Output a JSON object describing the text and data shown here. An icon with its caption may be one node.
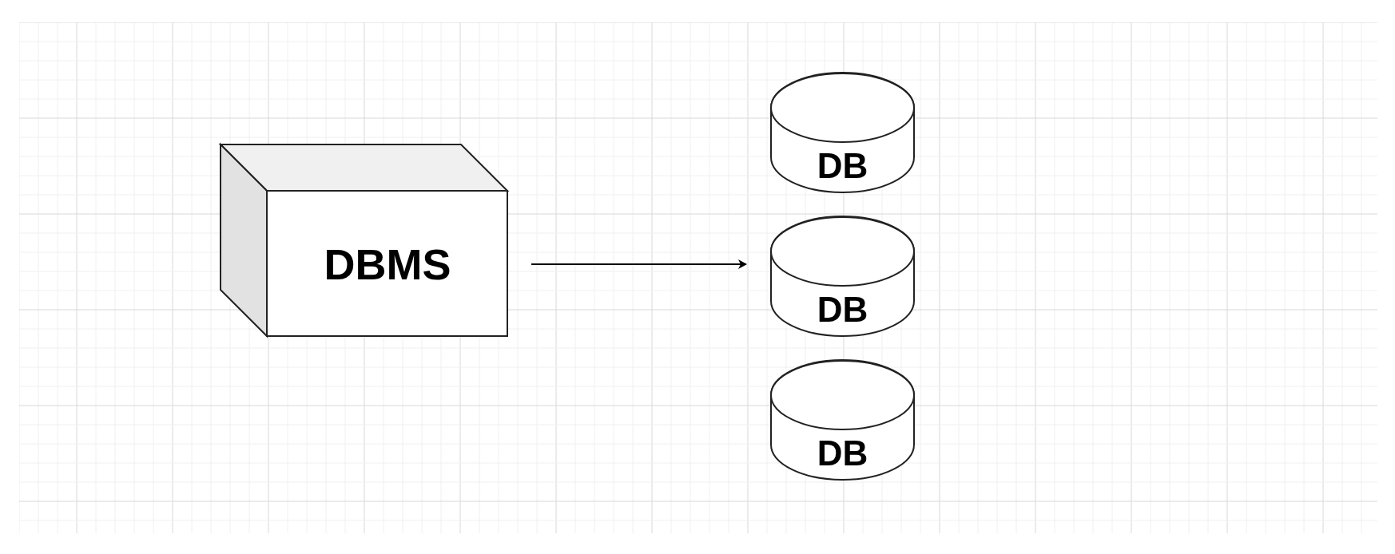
{
  "diagram": {
    "nodes": [
      {
        "text": [
          "DBMS"
        ]
      },
      {
        "text": [
          "DB"
        ]
      },
      {
        "text": [
          "DB"
        ]
      },
      {
        "text": [
          "DB"
        ]
      }
    ],
    "edges": [
      {
        "from": 0,
        "to": 2,
        "arrow": "to"
      }
    ]
  }
}
